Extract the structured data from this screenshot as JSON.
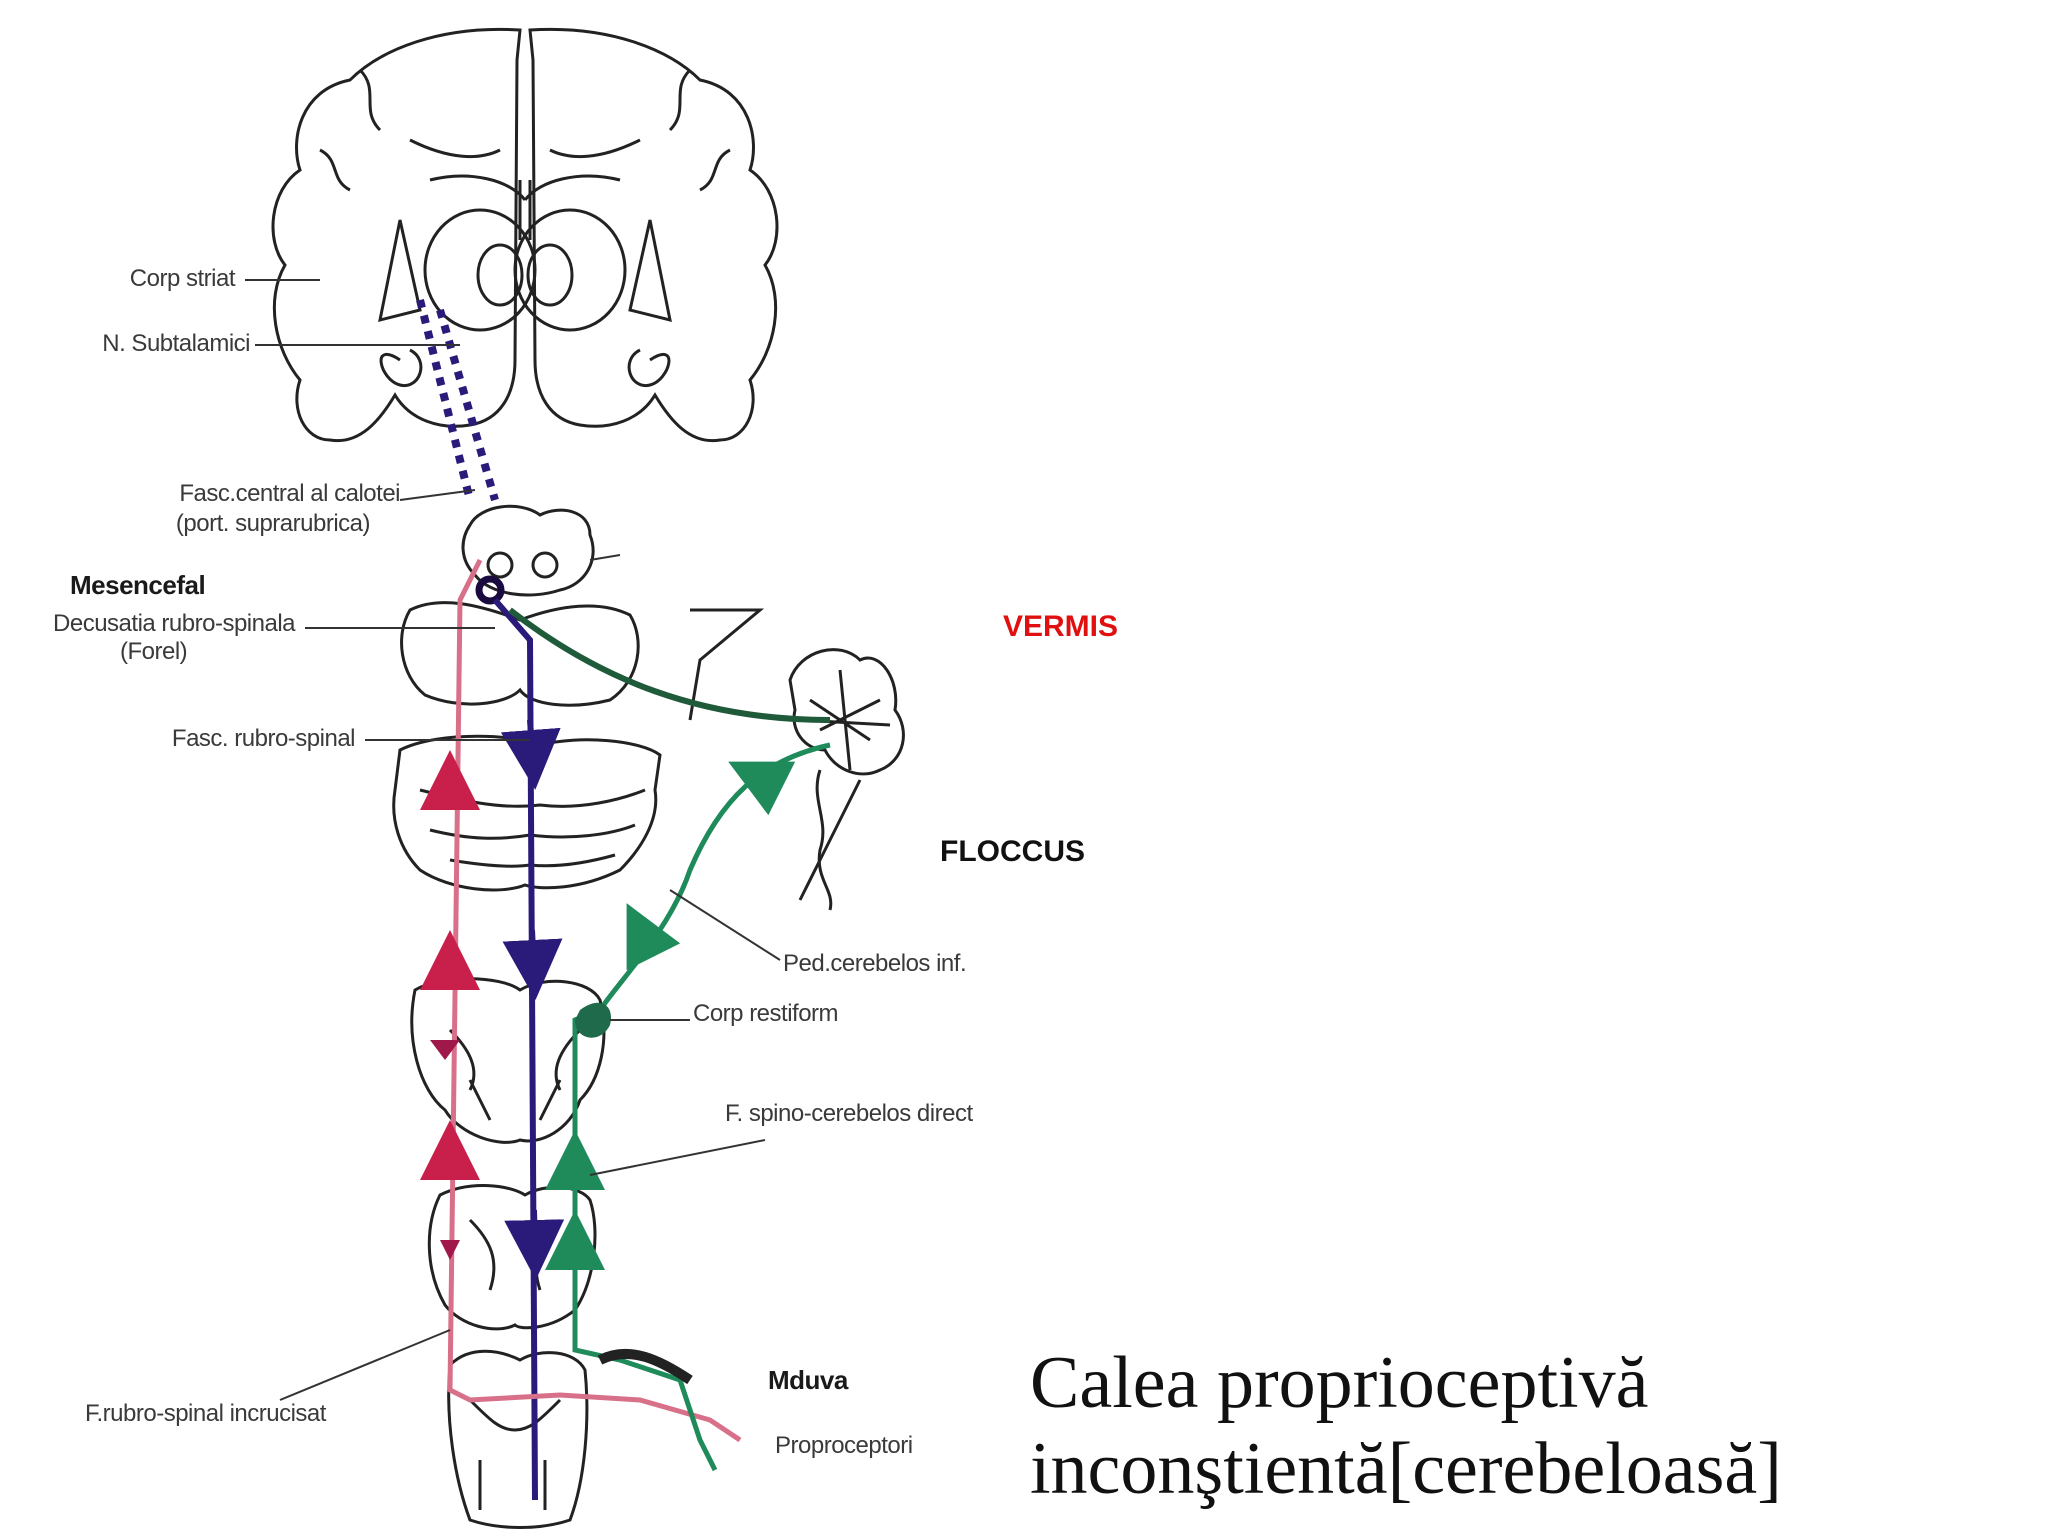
{
  "labels": {
    "corp_striat": "Corp striat",
    "n_subtalamici": "N. Subtalamici",
    "fasc_central": "Fasc.central al calotei",
    "port_suprarubrica": "(port. suprarubrica)",
    "mesencefal": "Mesencefal",
    "decusatia": "Decusatia rubro-spinala",
    "forel": "(Forel)",
    "fasc_rubro_spinal": "Fasc. rubro-spinal",
    "ped_cerebelos_inf": "Ped.cerebelos inf.",
    "corp_restiform": "Corp restiform",
    "f_spino_cerebelos_direct": "F. spino-cerebelos direct",
    "f_rubro_spinal_incrucisat": "F.rubro-spinal incrucisat",
    "mduva": "Mduva",
    "proprioceptori": "Proproceptori"
  },
  "tags": {
    "vermis": "VERMIS",
    "floccus": "FLOCCUS"
  },
  "title": {
    "line1": "Calea proprioceptivă",
    "line2": "inconştientă[cerebeloasă]"
  },
  "colors": {
    "vermis": "#e01010",
    "floccus": "#111111",
    "blue_tract": "#2a1a7a",
    "green_tract": "#1f8a5a",
    "red_tract": "#c8204a",
    "outline": "#222222"
  }
}
